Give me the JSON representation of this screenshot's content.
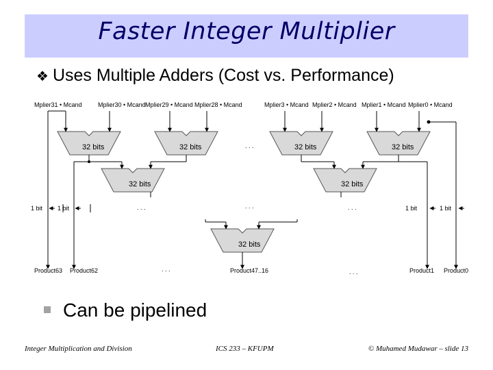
{
  "slide": {
    "title": "Faster Integer Multiplier",
    "bullet1_mark": "❖",
    "bullet1": "Uses Multiple Adders (Cost vs. Performance)",
    "bullet2": "Can be pipelined"
  },
  "diagram": {
    "inputs": [
      "Mplier31 • Mcand",
      "Mplier30 • Mcand",
      "Mplier29 • Mcand",
      "Mplier28 • Mcand",
      "Mplier3 • Mcand",
      "Mplier2 • Mcand",
      "Mplier1 • Mcand",
      "Mplier0 • Mcand"
    ],
    "adder_label": "32 bits",
    "bit_labels": [
      "1 bit",
      "1 bit",
      "1 bit",
      "1 bit"
    ],
    "outputs": [
      "Product63",
      "Product62",
      "Product47..16",
      "Product1",
      "Product0"
    ],
    "ellipsis": ". . ."
  },
  "footer": {
    "left": "Integer Multiplication and Division",
    "middle": "ICS 233 – KFUPM",
    "right": "© Muhamed Mudawar – slide 13"
  }
}
